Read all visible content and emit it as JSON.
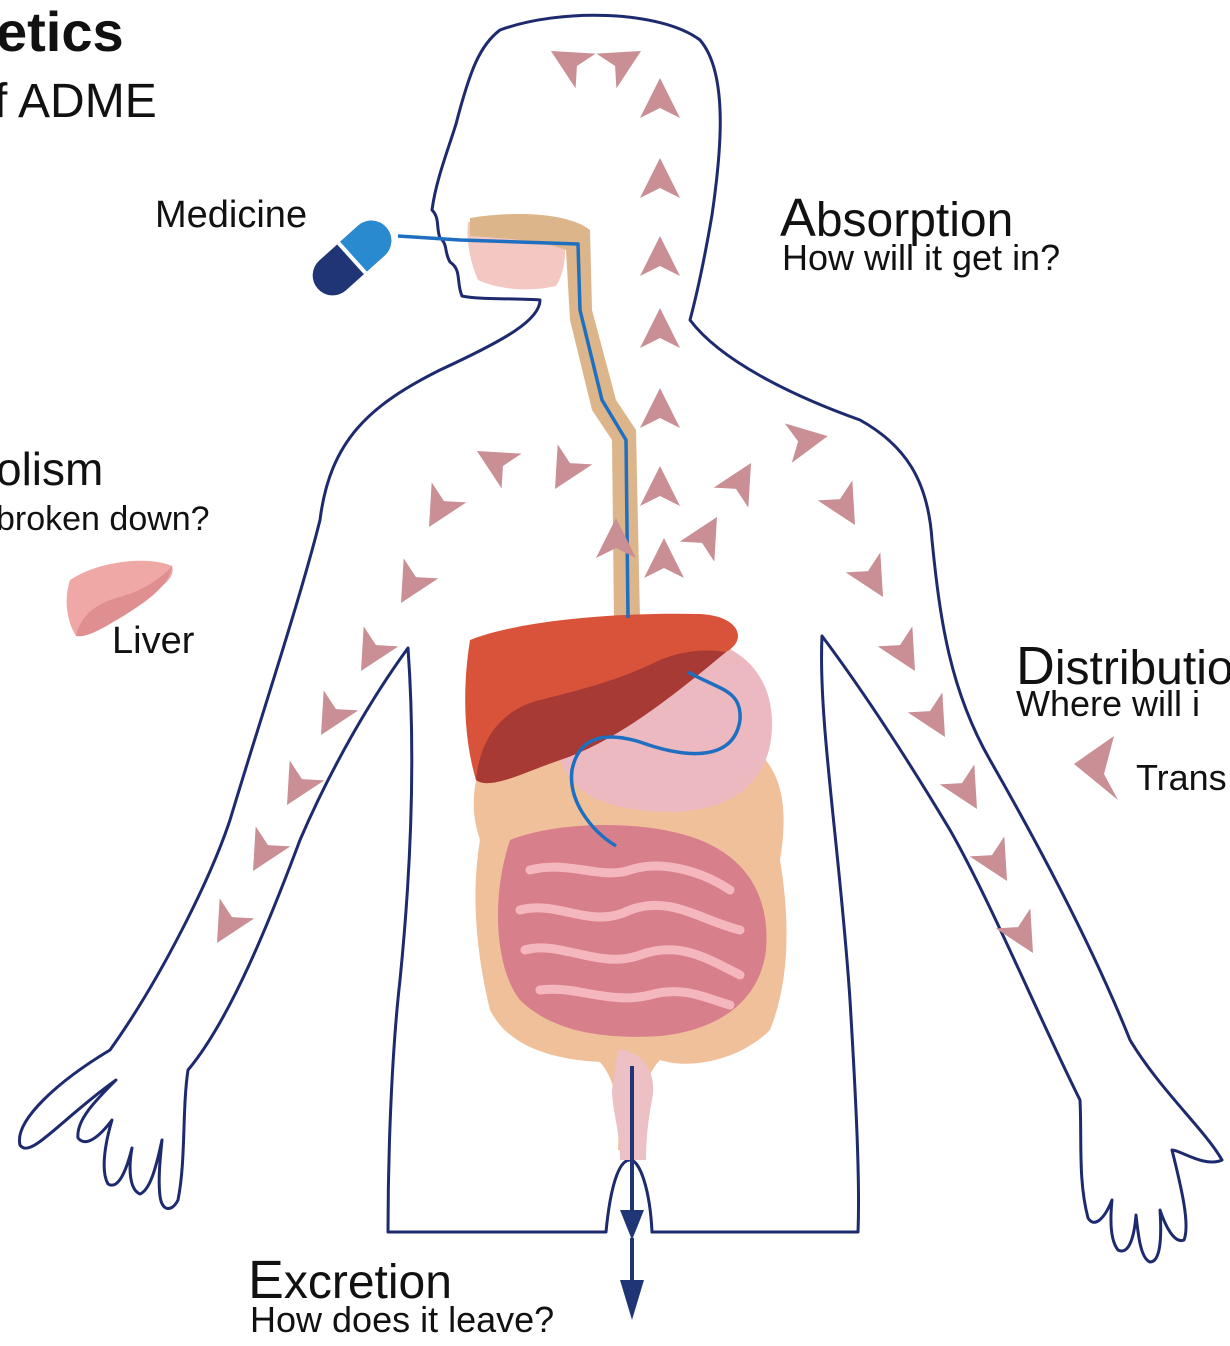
{
  "title": {
    "heading": "etics",
    "subheading": "f ADME"
  },
  "labels": {
    "medicine": "Medicine",
    "liver": "Liver"
  },
  "metabolism": {
    "heading": "olism",
    "question": "broken down?"
  },
  "absorption": {
    "initial": "A",
    "rest": "bsorption",
    "question": "How will it get in?"
  },
  "distribution": {
    "initial": "D",
    "rest": "istributio",
    "question": "Where will i"
  },
  "legend": {
    "transport_label": "Trans"
  },
  "excretion": {
    "initial": "E",
    "rest": "xcretion",
    "question": "How does it leave?"
  },
  "colors": {
    "outline": "#1d2a6e",
    "arrow": "#c98f95",
    "pill_light": "#2a8ad0",
    "pill_dark": "#1f3576",
    "esophagus": "#dcb58a",
    "drug_path": "#1f6fc0",
    "liver_main": "#d9533a",
    "liver_dark": "#a83a35",
    "stomach": "#ecb9c0",
    "large_intestine": "#f0c09a",
    "small_intestine": "#d87f8c",
    "excretion_arrow": "#1f3576"
  },
  "icons": [
    "pill-icon",
    "liver-icon",
    "transport-arrow-icon",
    "excretion-arrow-icon"
  ]
}
